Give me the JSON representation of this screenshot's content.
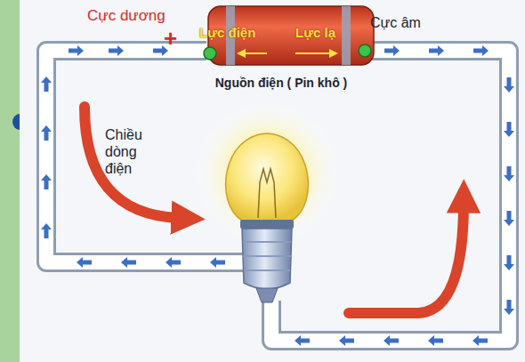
{
  "diagram": {
    "nodes": [
      {
        "text": [
          "Lực điện",
          "Lực lạ",
          "Nguồn điện ( Pin khô )"
        ]
      }
    ],
    "labels": [
      "Cực dương",
      "+",
      "Cực âm",
      "Chiều dòng điện"
    ]
  }
}
